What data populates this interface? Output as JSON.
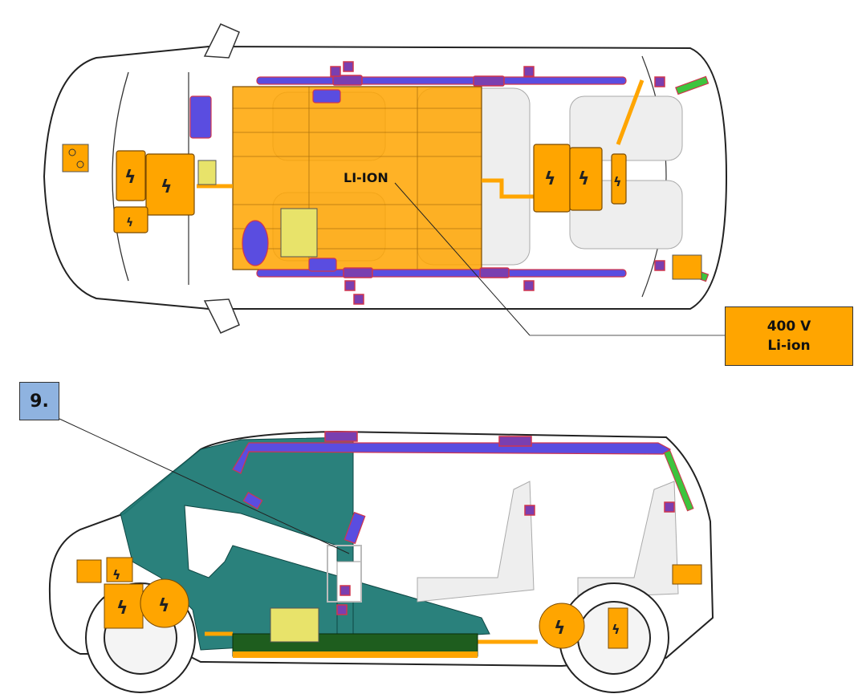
{
  "top_view": {
    "battery_label": "LI-ION"
  },
  "callouts": {
    "battery": {
      "line1": "400 V",
      "line2": "Li-ion"
    },
    "item_number": "9."
  },
  "colors": {
    "high_voltage": "#ffa500",
    "airbag": "#5a4de0",
    "gas_strut": "#3dc43d",
    "reinforcement": "#1f7a75",
    "low_voltage_battery": "#e8e36a",
    "callout_blue": "#8fb3e0",
    "battery_case": "#1e5d1e"
  }
}
